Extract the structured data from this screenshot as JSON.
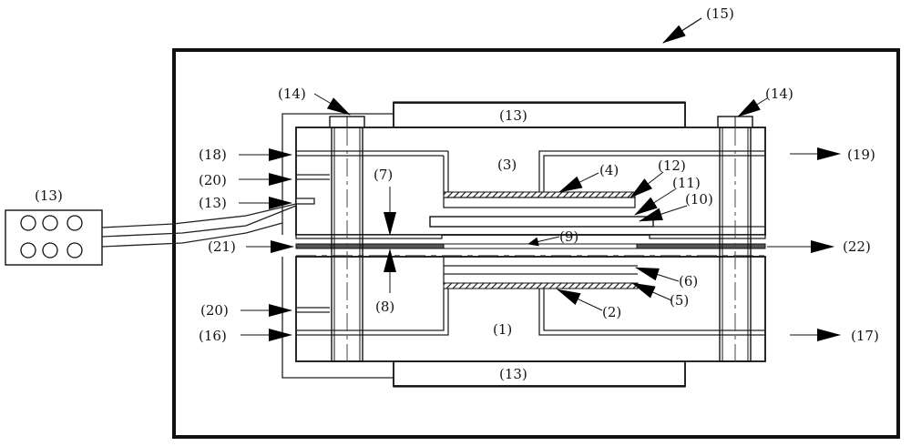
{
  "diagram": {
    "type": "technical schematic (cross-section)",
    "labels": {
      "l15": "(15)",
      "l14_left": "(14)",
      "l14_right": "(14)",
      "l13_top": "(13)",
      "l13_bottom": "(13)",
      "l13_box": "(13)",
      "l13_inlet": "(13)",
      "l18": "(18)",
      "l19": "(19)",
      "l20_top": "(20)",
      "l20_bottom": "(20)",
      "l21": "(21)",
      "l22": "(22)",
      "l16": "(16)",
      "l17": "(17)",
      "l3": "(3)",
      "l4": "(4)",
      "l12": "(12)",
      "l11": "(11)",
      "l10": "(10)",
      "l9": "(9)",
      "l7": "(7)",
      "l8": "(8)",
      "l6": "(6)",
      "l5": "(5)",
      "l2": "(2)",
      "l1": "(1)"
    },
    "components": [
      {
        "id": "1",
        "part": "lower block"
      },
      {
        "id": "2",
        "part": "lower hatched layer"
      },
      {
        "id": "3",
        "part": "upper block"
      },
      {
        "id": "4",
        "part": "upper hatched layer"
      },
      {
        "id": "5",
        "part": "lower inner layer"
      },
      {
        "id": "6",
        "part": "lower inner layer"
      },
      {
        "id": "7",
        "part": "upper gap"
      },
      {
        "id": "8",
        "part": "lower gap"
      },
      {
        "id": "9",
        "part": "central channel"
      },
      {
        "id": "10",
        "part": "plate"
      },
      {
        "id": "11",
        "part": "layer"
      },
      {
        "id": "12",
        "part": "layer"
      },
      {
        "id": "13",
        "part": "heaters / controller box"
      },
      {
        "id": "14",
        "part": "bolts"
      },
      {
        "id": "15",
        "part": "enclosure"
      },
      {
        "id": "16",
        "part": "lower inlet"
      },
      {
        "id": "17",
        "part": "lower outlet"
      },
      {
        "id": "18",
        "part": "upper inlet"
      },
      {
        "id": "19",
        "part": "upper outlet"
      },
      {
        "id": "20",
        "part": "ports"
      },
      {
        "id": "21",
        "part": "channel inlet"
      },
      {
        "id": "22",
        "part": "channel outlet"
      }
    ]
  }
}
